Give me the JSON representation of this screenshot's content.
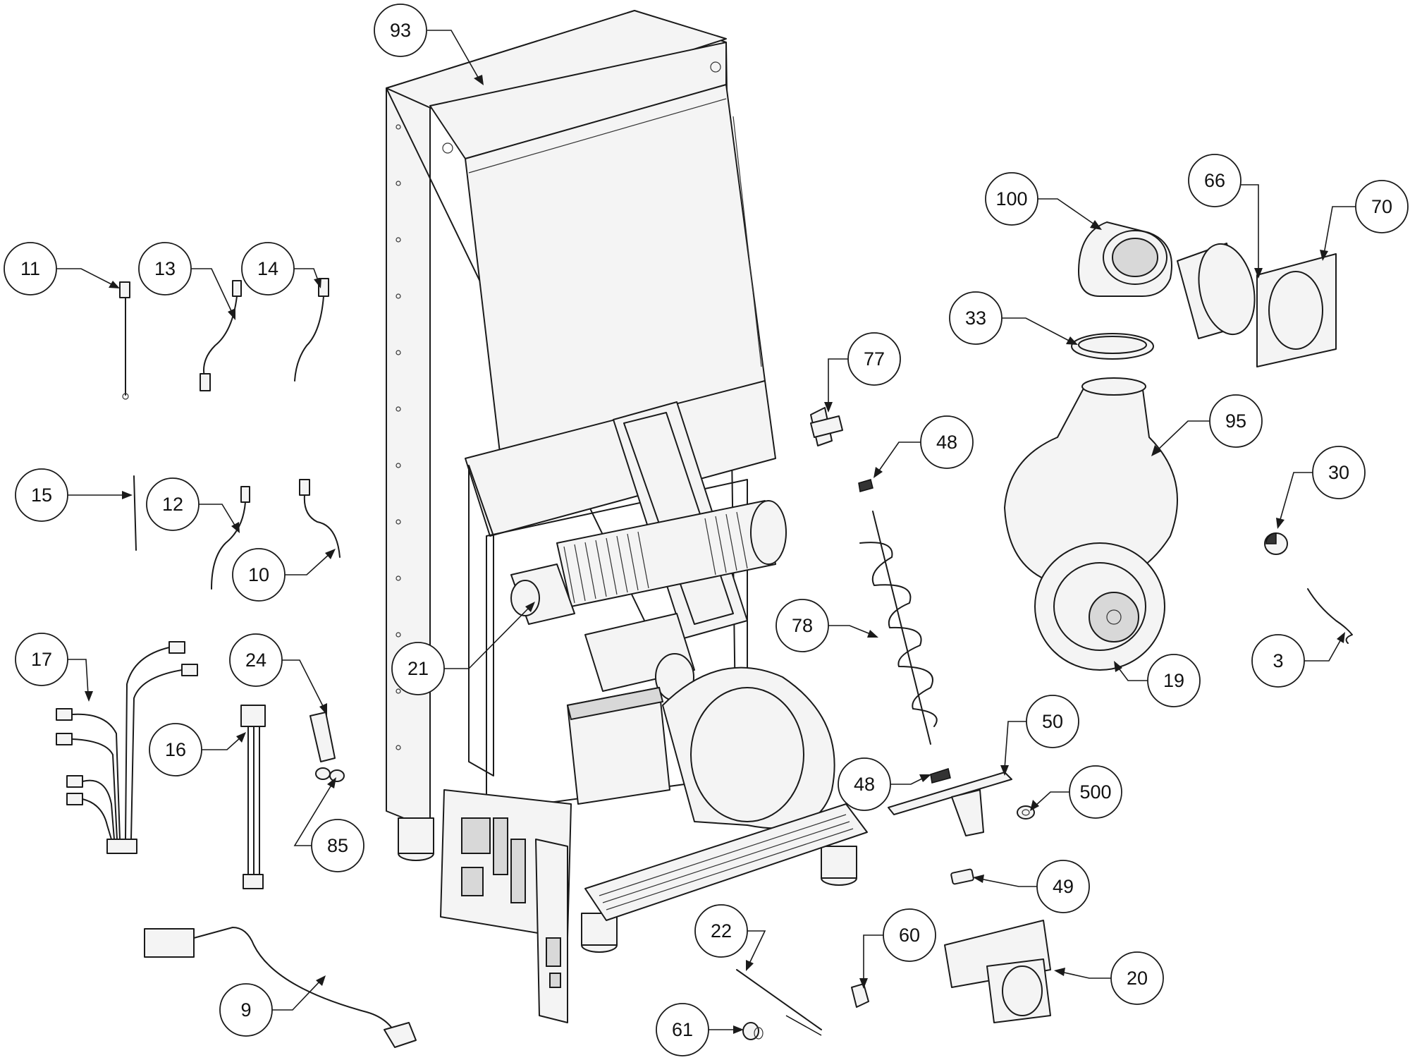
{
  "diagram": {
    "labels": {
      "93": "93",
      "100": "100",
      "66": "66",
      "70": "70",
      "33": "33",
      "77": "77",
      "95": "95",
      "48a": "48",
      "30": "30",
      "11": "11",
      "13": "13",
      "14": "14",
      "15": "15",
      "12": "12",
      "10": "10",
      "21": "21",
      "78": "78",
      "19": "19",
      "3": "3",
      "17": "17",
      "24": "24",
      "16": "16",
      "85": "85",
      "50": "50",
      "48b": "48",
      "500": "500",
      "49": "49",
      "22": "22",
      "60": "60",
      "20": "20",
      "9": "9",
      "61": "61"
    }
  }
}
